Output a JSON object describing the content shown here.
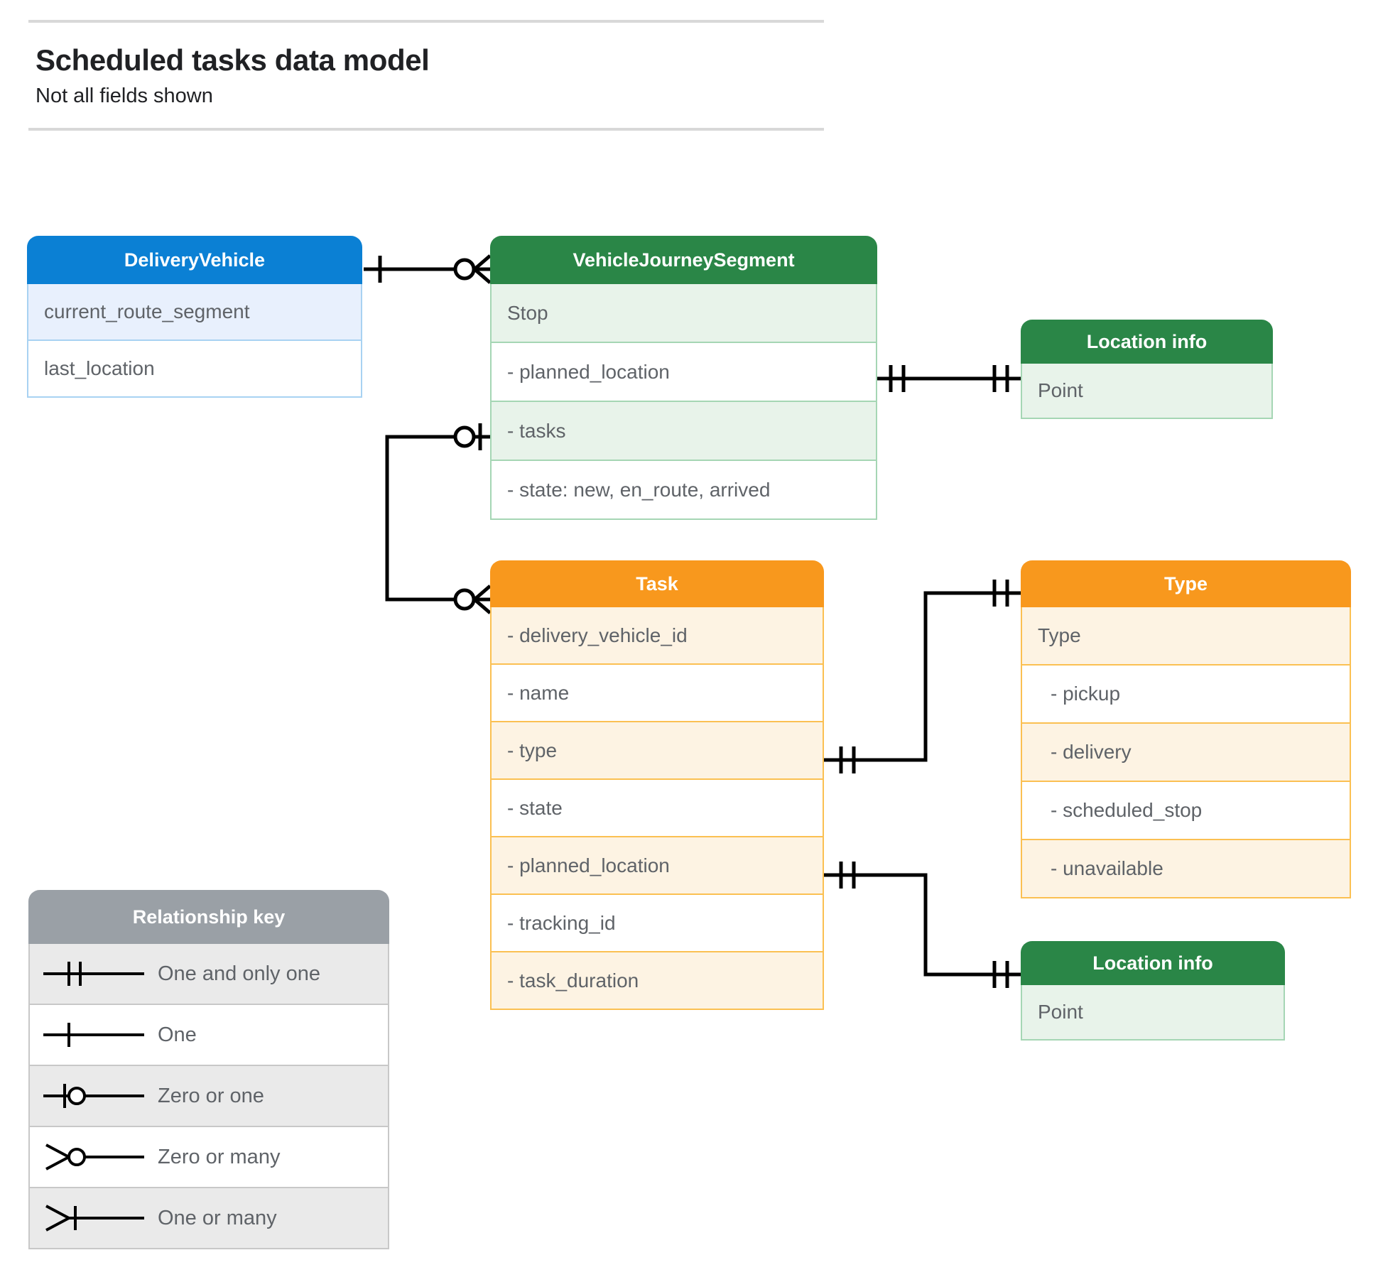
{
  "header": {
    "title": "Scheduled tasks data model",
    "subtitle": "Not all fields shown"
  },
  "colors": {
    "blue_header": "#0b80d4",
    "blue_row": "#e8f0fd",
    "blue_border": "#a8d2f2",
    "green_header": "#2a8647",
    "green_row": "#e8f3ea",
    "green_border": "#a5d6b4",
    "orange_header": "#f8981d",
    "orange_row": "#fdf3e3",
    "orange_border": "#fbc052",
    "grey_header": "#9aa0a6",
    "grey_row": "#eaeaea",
    "text": "#5f6368",
    "connector": "#000000"
  },
  "entities": {
    "delivery_vehicle": {
      "name": "DeliveryVehicle",
      "rows": [
        "current_route_segment",
        "last_location"
      ]
    },
    "vehicle_journey_segment": {
      "name": "VehicleJourneySegment",
      "rows": [
        "Stop",
        "-  planned_location",
        "- tasks",
        "- state: new, en_route, arrived"
      ]
    },
    "location_info_top": {
      "name": "Location info",
      "rows": [
        "Point"
      ]
    },
    "task": {
      "name": "Task",
      "rows": [
        "- delivery_vehicle_id",
        "- name",
        "- type",
        "- state",
        "- planned_location",
        "- tracking_id",
        "- task_duration"
      ]
    },
    "type": {
      "name": "Type",
      "rows": [
        "Type",
        "-   pickup",
        "-   delivery",
        "-   scheduled_stop",
        "-   unavailable"
      ]
    },
    "location_info_bottom": {
      "name": "Location info",
      "rows": [
        "Point"
      ]
    }
  },
  "legend": {
    "title": "Relationship key",
    "items": [
      {
        "symbol": "one-and-only-one",
        "label": "One and only one"
      },
      {
        "symbol": "one",
        "label": "One"
      },
      {
        "symbol": "zero-or-one",
        "label": "Zero or one"
      },
      {
        "symbol": "zero-or-many",
        "label": "Zero or many"
      },
      {
        "symbol": "one-or-many",
        "label": "One or many"
      }
    ]
  },
  "relationships": [
    {
      "id": "deliveryvehicle-to-vjs",
      "from": "delivery_vehicle",
      "to": "vehicle_journey_segment",
      "from_cardinality": "one",
      "to_cardinality": "zero-or-many"
    },
    {
      "id": "vjs-plannedlocation-to-locationinfo",
      "from": "vehicle_journey_segment.planned_location",
      "to": "location_info_top",
      "from_cardinality": "one-and-only-one",
      "to_cardinality": "one-and-only-one"
    },
    {
      "id": "vjs-tasks-to-task",
      "from": "vehicle_journey_segment.tasks",
      "to": "task",
      "from_cardinality": "zero-or-one",
      "to_cardinality": "zero-or-many"
    },
    {
      "id": "task-type-to-type",
      "from": "task.type",
      "to": "type",
      "from_cardinality": "one-and-only-one",
      "to_cardinality": "one-and-only-one"
    },
    {
      "id": "task-plannedlocation-to-locationinfo",
      "from": "task.planned_location",
      "to": "location_info_bottom",
      "from_cardinality": "one-and-only-one",
      "to_cardinality": "one-and-only-one"
    }
  ]
}
